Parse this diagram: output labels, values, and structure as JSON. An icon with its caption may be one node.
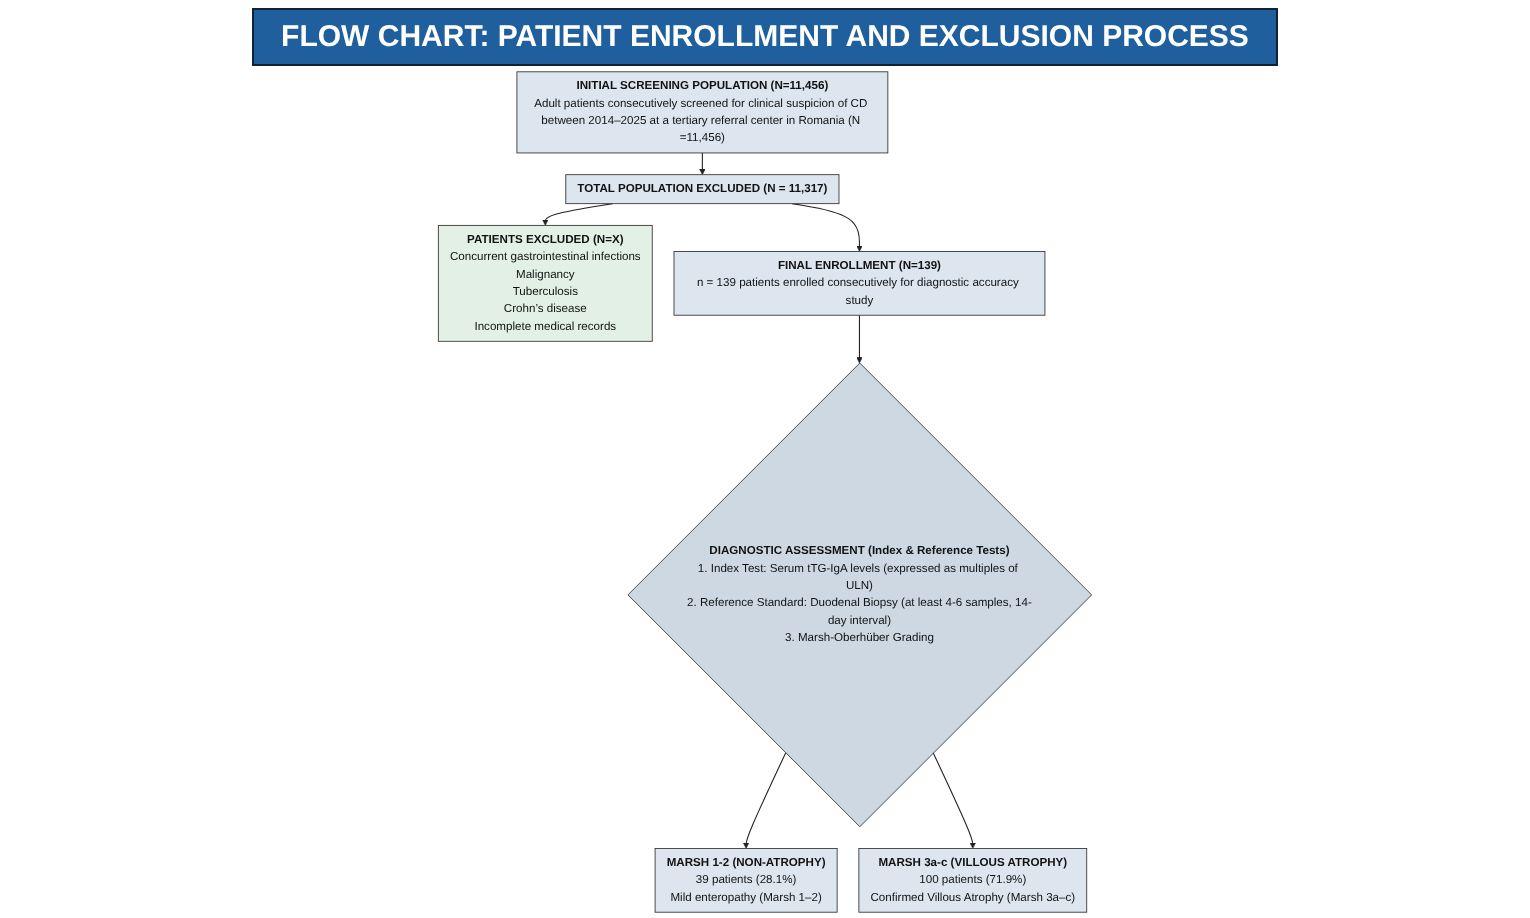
{
  "diagram": {
    "title": "FLOW CHART: PATIENT ENROLLMENT AND EXCLUSION PROCESS",
    "nodes": [
      {
        "text": [
          "INITIAL SCREENING POPULATION (N=11,456)",
          "Adult patients consecutively screened for clinical suspicion of CD between 2014–2025 at a tertiary referral center in Romania (N =11,456)"
        ]
      },
      {
        "text": [
          "TOTAL POPULATION EXCLUDED (N = 11,317)"
        ]
      },
      {
        "text": [
          "PATIENTS EXCLUDED (N=X)",
          "Concurrent gastrointestinal infections",
          "Malignancy",
          "Tuberculosis",
          "Crohn’s disease",
          "Incomplete medical records"
        ]
      },
      {
        "text": [
          "FINAL ENROLLMENT (N=139)",
          "n = 139 patients enrolled consecutively for diagnostic accuracy study"
        ]
      },
      {
        "text": [
          "DIAGNOSTIC ASSESSMENT (Index & Reference Tests)",
          "1. Index Test: Serum tTG-IgA levels (expressed as multiples of ULN)",
          "2. Reference Standard: Duodenal Biopsy (at least 4-6 samples, 14-day interval)",
          "3. Marsh-Oberhüber Grading"
        ]
      },
      {
        "text": [
          "MARSH 1-2 (NON-ATROPHY)",
          "39 patients (28.1%)",
          "Mild enteropathy (Marsh 1–2)"
        ]
      },
      {
        "text": [
          "MARSH 3a-c (VILLOUS ATROPHY)",
          "100 patients (71.9%)",
          "Confirmed Villous Atrophy (Marsh 3a–c)"
        ]
      }
    ],
    "edges": [
      {
        "from": 0,
        "to": 1,
        "arrow": "to"
      },
      {
        "from": 1,
        "to": 2,
        "arrow": "to"
      },
      {
        "from": 1,
        "to": 3,
        "arrow": "to"
      },
      {
        "from": 3,
        "to": 4,
        "arrow": "to"
      },
      {
        "from": 4,
        "to": 5,
        "arrow": "to"
      },
      {
        "from": 4,
        "to": 6,
        "arrow": "to"
      }
    ]
  }
}
